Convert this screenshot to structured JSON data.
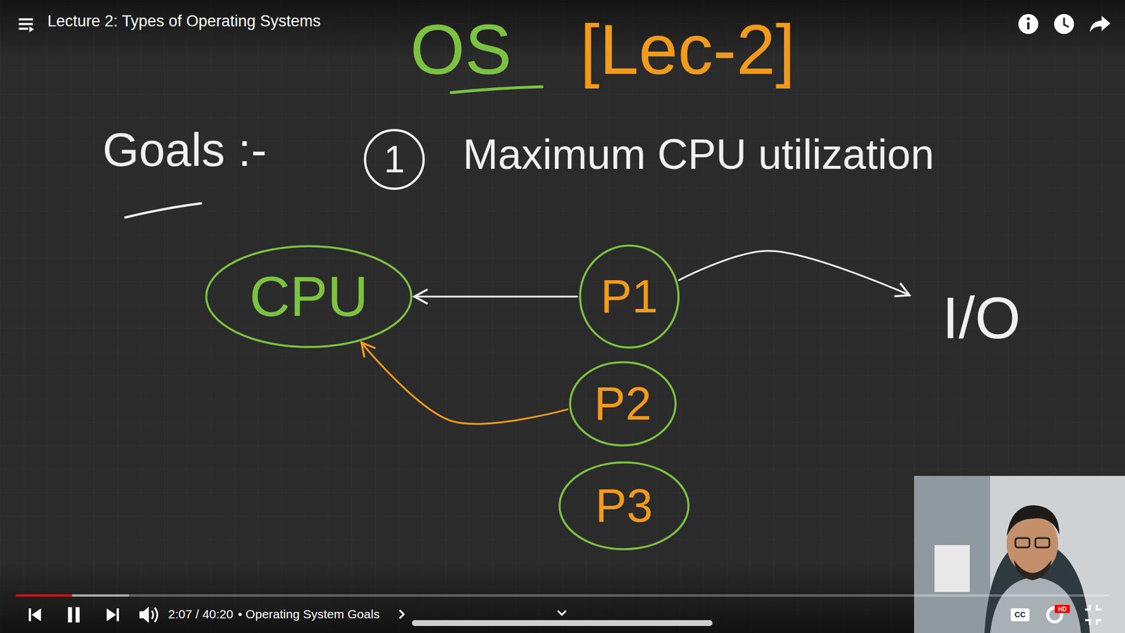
{
  "diagram": {
    "title": "Lecture 2: Types of Operating Systems",
    "nodes": [
      {
        "text": [
          "CPU"
        ]
      },
      {
        "text": [
          "P1"
        ]
      },
      {
        "text": [
          "P2"
        ]
      },
      {
        "text": [
          "P3"
        ]
      },
      {
        "text": [
          "I/O"
        ]
      }
    ],
    "edges": [
      {
        "from": 1,
        "to": 0,
        "arrow": "to"
      },
      {
        "from": 1,
        "to": 4,
        "arrow": "to"
      },
      {
        "from": 2,
        "to": 0,
        "arrow": "to"
      }
    ],
    "labels": [
      "OS",
      "[Lec-2]",
      "Goals :-",
      "1",
      "Maximum CPU utilization",
      "2:07 / 40:20",
      "• Operating System Goals",
      "CC",
      "HD"
    ]
  }
}
